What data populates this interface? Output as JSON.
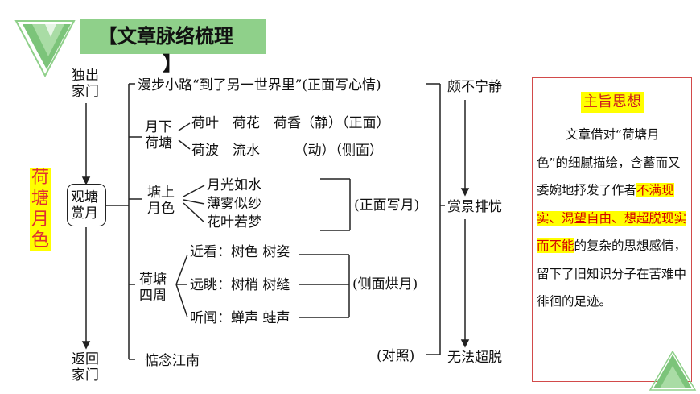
{
  "title": {
    "text": "【文章脉络梳理",
    "end": "】"
  },
  "side_title": [
    "荷",
    "塘",
    "月",
    "色"
  ],
  "flow": {
    "start": [
      "独出",
      "家门"
    ],
    "center": [
      "观塘",
      "赏月"
    ],
    "end": [
      "返回",
      "家门"
    ]
  },
  "rows": {
    "top": "漫步小路“到了另一世界里”(正面写心情)",
    "group1_label": [
      "月下",
      "荷塘"
    ],
    "group1_line1": "荷叶　荷花　荷香（静）（正面）",
    "group1_line2": "荷波　流水　　　（动）（侧面）",
    "group2_label": [
      "塘上",
      "月色"
    ],
    "group2_items": [
      "月光如水",
      "薄雾似纱",
      "花叶若梦"
    ],
    "group2_note": "(正面写月)",
    "group3_label": [
      "荷塘",
      "四周"
    ],
    "group3_items": [
      "近看：树色 树姿",
      "远眺：树梢 树缝",
      "听闻：蝉声 蛙声"
    ],
    "group3_note": "(侧面烘月)",
    "bottom": "惦念江南",
    "contrast": "(对照)"
  },
  "mood": [
    "颇不宁静",
    "赏景排忧",
    "无法超脱"
  ],
  "theme": {
    "heading": "主旨思想",
    "text_before": "文章借对“荷塘月色”的细腻描绘，含蓄而又委婉地抒发了作者",
    "highlight_1": "不满现实、渴望自由、",
    "highlight_2": "想超脱现实而不能",
    "text_after": "的复杂的思想感情，留下了旧知识分子在苦难中徘徊的足迹。"
  },
  "colors": {
    "green": "#8fd08a",
    "highlight": "#ffff00",
    "red": "#d40000",
    "border": "#d24a4a"
  },
  "icons": [
    "triangle-logo-icon",
    "corner-triangle-icon"
  ]
}
